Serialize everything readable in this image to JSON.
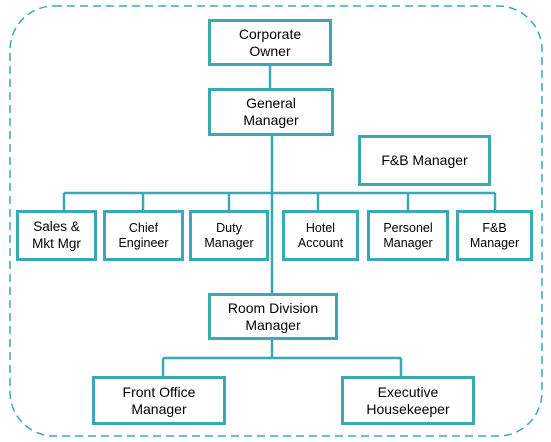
{
  "colors": {
    "border": "#3ba8b5",
    "connector": "#3ba8b5",
    "frame": "#3ba8b5",
    "text": "#000000",
    "background": "#ffffff"
  },
  "org_chart": {
    "corporate_owner": "Corporate\nOwner",
    "general_manager": "General\nManager",
    "fb_manager_side": "F&B Manager",
    "departments": {
      "sales_mkt_mgr": "Sales &\nMkt Mgr",
      "chief_engineer": "Chief\nEngineer",
      "duty_manager": "Duty\nManager",
      "hotel_account": "Hotel\nAccount",
      "personel_manager": "Personel\nManager",
      "fb_manager": "F&B\nManager"
    },
    "room_division_manager": "Room Division\nManager",
    "front_office_manager": "Front Office\nManager",
    "executive_housekeeper": "Executive\nHousekeeper"
  }
}
